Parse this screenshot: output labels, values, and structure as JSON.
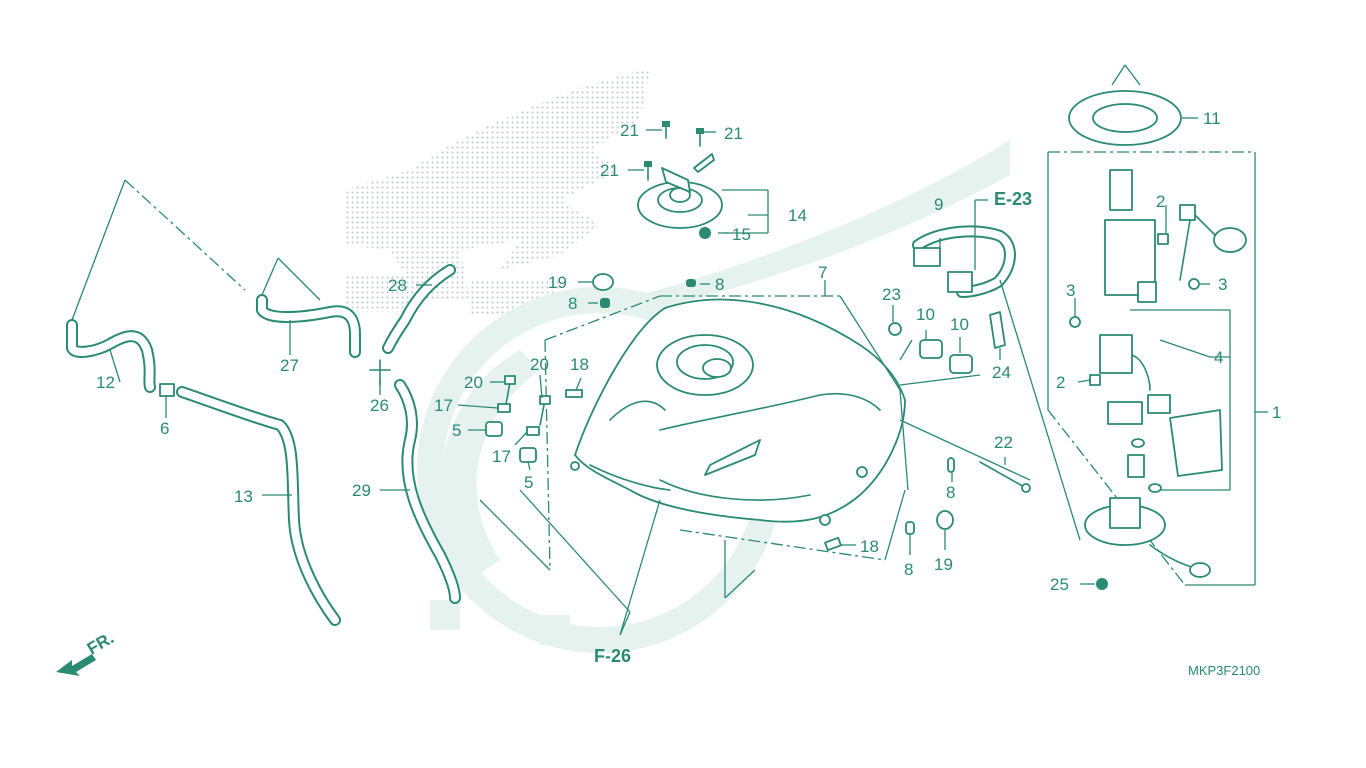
{
  "diagram": {
    "code": "MKP3F2100",
    "direction_label": "FR.",
    "references": {
      "fuel_pump_ref": "E-23",
      "tank_ref": "F-26"
    },
    "callouts": [
      {
        "id": "c1",
        "text": "1"
      },
      {
        "id": "c2a",
        "text": "2"
      },
      {
        "id": "c2b",
        "text": "2"
      },
      {
        "id": "c3a",
        "text": "3"
      },
      {
        "id": "c3b",
        "text": "3"
      },
      {
        "id": "c4",
        "text": "4"
      },
      {
        "id": "c5a",
        "text": "5"
      },
      {
        "id": "c5b",
        "text": "5"
      },
      {
        "id": "c6",
        "text": "6"
      },
      {
        "id": "c7",
        "text": "7"
      },
      {
        "id": "c8a",
        "text": "8"
      },
      {
        "id": "c8b",
        "text": "8"
      },
      {
        "id": "c8c",
        "text": "8"
      },
      {
        "id": "c8d",
        "text": "8"
      },
      {
        "id": "c9",
        "text": "9"
      },
      {
        "id": "c10a",
        "text": "10"
      },
      {
        "id": "c10b",
        "text": "10"
      },
      {
        "id": "c11",
        "text": "11"
      },
      {
        "id": "c12",
        "text": "12"
      },
      {
        "id": "c13",
        "text": "13"
      },
      {
        "id": "c14",
        "text": "14"
      },
      {
        "id": "c15",
        "text": "15"
      },
      {
        "id": "c17a",
        "text": "17"
      },
      {
        "id": "c17b",
        "text": "17"
      },
      {
        "id": "c18a",
        "text": "18"
      },
      {
        "id": "c18b",
        "text": "18"
      },
      {
        "id": "c19a",
        "text": "19"
      },
      {
        "id": "c19b",
        "text": "19"
      },
      {
        "id": "c20a",
        "text": "20"
      },
      {
        "id": "c20b",
        "text": "20"
      },
      {
        "id": "c21a",
        "text": "21"
      },
      {
        "id": "c21b",
        "text": "21"
      },
      {
        "id": "c21c",
        "text": "21"
      },
      {
        "id": "c22",
        "text": "22"
      },
      {
        "id": "c23",
        "text": "23"
      },
      {
        "id": "c24",
        "text": "24"
      },
      {
        "id": "c25",
        "text": "25"
      },
      {
        "id": "c26",
        "text": "26"
      },
      {
        "id": "c27",
        "text": "27"
      },
      {
        "id": "c28",
        "text": "28"
      },
      {
        "id": "c29",
        "text": "29"
      }
    ]
  },
  "colors": {
    "line": "#2a8a72",
    "watermark": "#e6f2ee",
    "background": "#ffffff"
  }
}
